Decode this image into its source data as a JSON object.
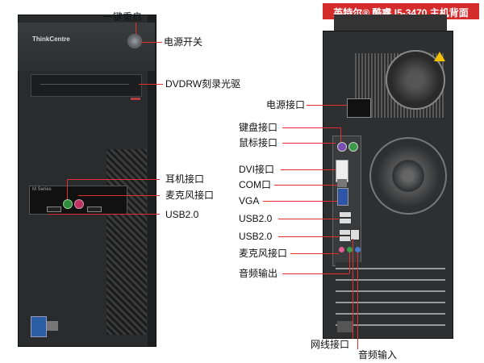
{
  "header": {
    "title": "英特尔® 酷睿 I5-3470 主机背面",
    "color": "#d42b2b"
  },
  "front": {
    "brand": "ThinkCentre",
    "panel_label": "M Series",
    "labels": {
      "one_key_restore": "一键重启",
      "power_switch": "电源开关",
      "dvdrw": "DVDRW刻录光驱",
      "headphone": "耳机接口",
      "mic": "麦克风接口",
      "usb": "USB2.0"
    }
  },
  "rear": {
    "labels": {
      "power_port": "电源接口",
      "keyboard_port": "键盘接口",
      "mouse_port": "鼠标接口",
      "dvi_port": "DVI接口",
      "com_port": "COM口",
      "vga": "VGA",
      "usb_a": "USB2.0",
      "usb_b": "USB2.0",
      "mic_port": "麦克风接口",
      "audio_out": "音频输出",
      "lan_port": "网线接口",
      "audio_in": "音频输入"
    }
  },
  "colors": {
    "annotation_line": "#e03030"
  }
}
